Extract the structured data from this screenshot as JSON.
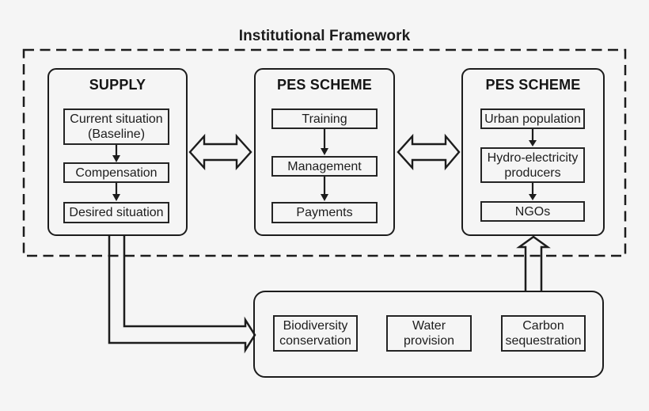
{
  "title": "Institutional Framework",
  "colors": {
    "background": "#f5f5f5",
    "line": "#1c1c1c",
    "text": "#1d1d1d"
  },
  "groups": [
    {
      "header": "SUPPLY",
      "items": [
        "Current situation (Baseline)",
        "Compensation",
        "Desired situation"
      ]
    },
    {
      "header": "PES SCHEME",
      "items": [
        "Training",
        "Management",
        "Payments"
      ]
    },
    {
      "header": "PES SCHEME",
      "items": [
        "Urban population",
        "Hydro-electricity producers",
        "NGOs"
      ]
    }
  ],
  "services": {
    "items": [
      "Biodiversity conservation",
      "Water provision",
      "Carbon sequestration"
    ]
  }
}
